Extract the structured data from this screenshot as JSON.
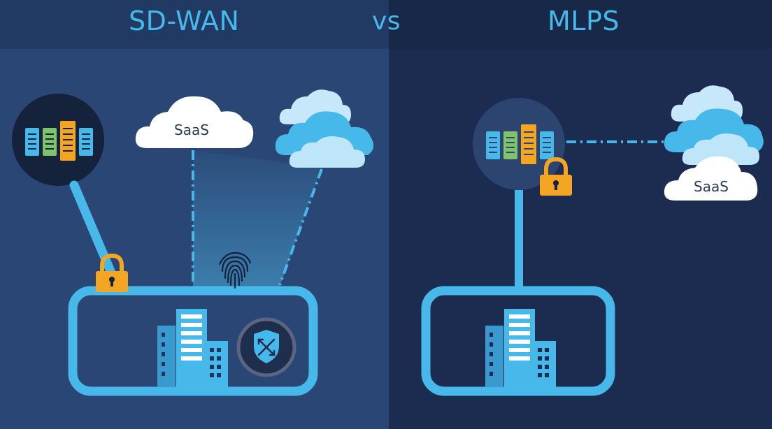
{
  "header": {
    "left_title": "SD-WAN",
    "middle_label": "vs",
    "right_title": "MLPS"
  },
  "sd_wan": {
    "saas_label": "SaaS"
  },
  "mlps": {
    "saas_label": "SaaS"
  },
  "colors": {
    "accent": "#47b8ea",
    "lock": "#f4a623",
    "left_bg": "#2a4674",
    "right_bg": "#1c2c50"
  }
}
